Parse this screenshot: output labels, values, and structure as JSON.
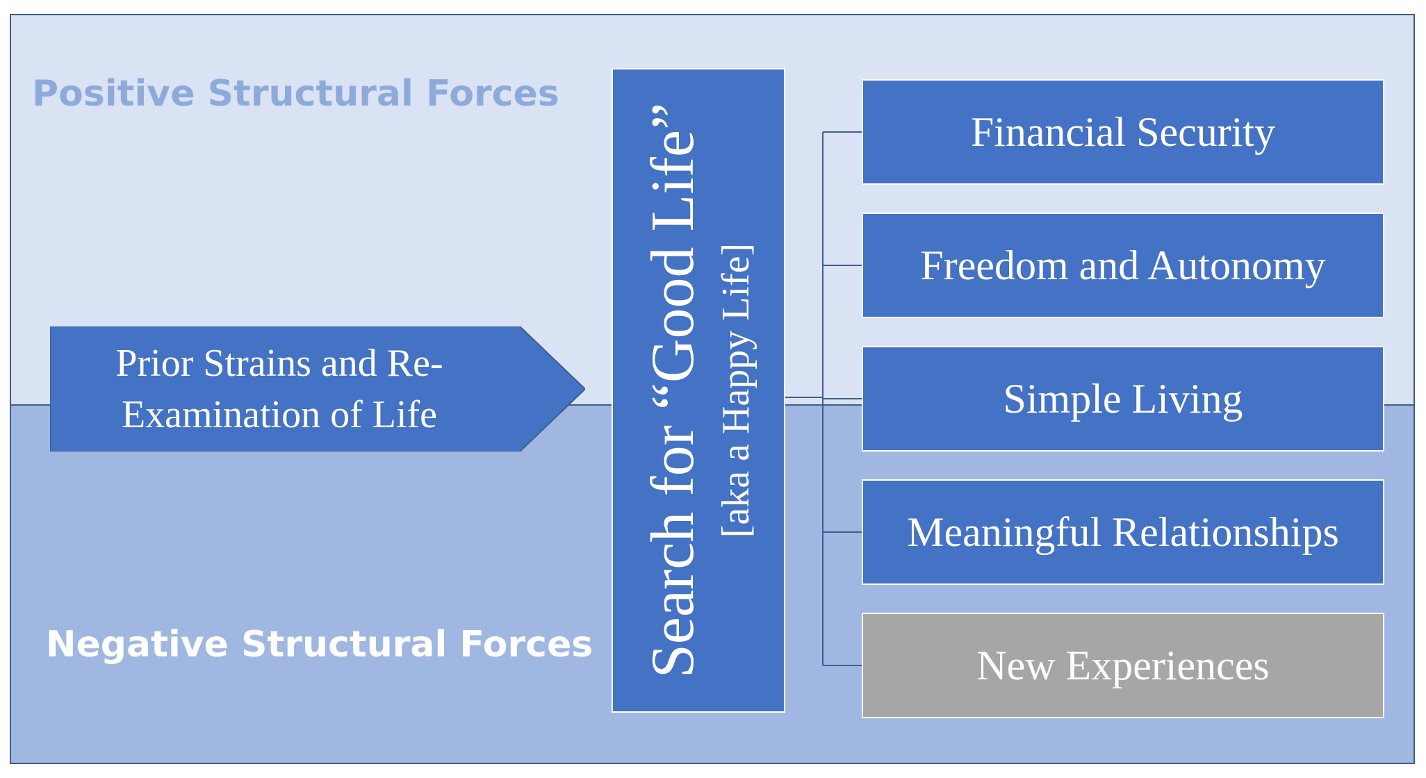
{
  "regions": {
    "positive": "Positive Structural Forces",
    "negative": "Negative Structural Forces"
  },
  "input": {
    "line1": "Prior Strains and Re-",
    "line2": "Examination of Life"
  },
  "central": {
    "line1": "Search for “Good Life”",
    "line2": "[aka a Happy Life]"
  },
  "outcomes": [
    {
      "label": "Financial Security",
      "color": "#4472c4"
    },
    {
      "label": "Freedom and Autonomy",
      "color": "#4472c4"
    },
    {
      "label": "Simple Living",
      "color": "#4472c4"
    },
    {
      "label": "Meaningful Relationships",
      "color": "#4472c4"
    },
    {
      "label": "New Experiences",
      "color": "#a6a6a6"
    }
  ],
  "colors": {
    "accent": "#4472c4",
    "outline": "#3f5d8c",
    "band_top": "#dae3f3",
    "band_bottom": "#9fb7e1",
    "positive_label": "#8eaadb"
  }
}
